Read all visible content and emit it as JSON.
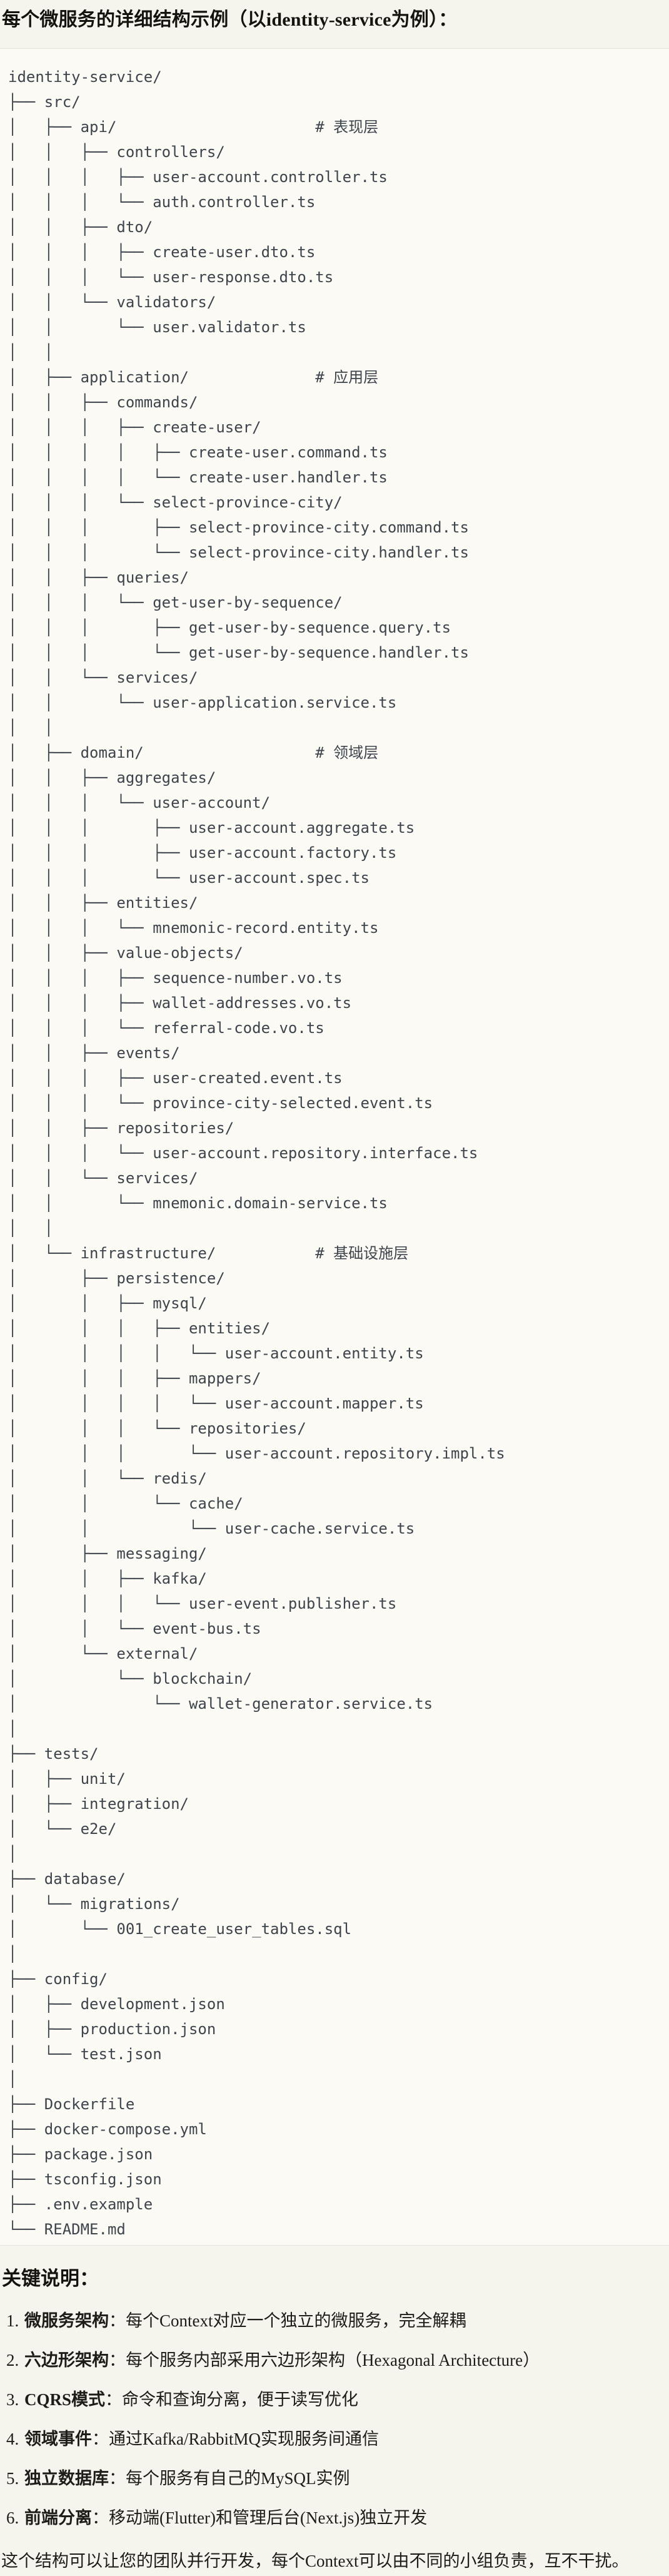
{
  "title": "每个微服务的详细结构示例（以identity-service为例）：",
  "tree": {
    "lines": [
      "identity-service/",
      "├── src/",
      "│   ├── api/                      # 表现层",
      "│   │   ├── controllers/",
      "│   │   │   ├── user-account.controller.ts",
      "│   │   │   └── auth.controller.ts",
      "│   │   ├── dto/",
      "│   │   │   ├── create-user.dto.ts",
      "│   │   │   └── user-response.dto.ts",
      "│   │   └── validators/",
      "│   │       └── user.validator.ts",
      "│   │",
      "│   ├── application/              # 应用层",
      "│   │   ├── commands/",
      "│   │   │   ├── create-user/",
      "│   │   │   │   ├── create-user.command.ts",
      "│   │   │   │   └── create-user.handler.ts",
      "│   │   │   └── select-province-city/",
      "│   │   │       ├── select-province-city.command.ts",
      "│   │   │       └── select-province-city.handler.ts",
      "│   │   ├── queries/",
      "│   │   │   └── get-user-by-sequence/",
      "│   │   │       ├── get-user-by-sequence.query.ts",
      "│   │   │       └── get-user-by-sequence.handler.ts",
      "│   │   └── services/",
      "│   │       └── user-application.service.ts",
      "│   │",
      "│   ├── domain/                   # 领域层",
      "│   │   ├── aggregates/",
      "│   │   │   └── user-account/",
      "│   │   │       ├── user-account.aggregate.ts",
      "│   │   │       ├── user-account.factory.ts",
      "│   │   │       └── user-account.spec.ts",
      "│   │   ├── entities/",
      "│   │   │   └── mnemonic-record.entity.ts",
      "│   │   ├── value-objects/",
      "│   │   │   ├── sequence-number.vo.ts",
      "│   │   │   ├── wallet-addresses.vo.ts",
      "│   │   │   └── referral-code.vo.ts",
      "│   │   ├── events/",
      "│   │   │   ├── user-created.event.ts",
      "│   │   │   └── province-city-selected.event.ts",
      "│   │   ├── repositories/",
      "│   │   │   └── user-account.repository.interface.ts",
      "│   │   └── services/",
      "│   │       └── mnemonic.domain-service.ts",
      "│   │",
      "│   └── infrastructure/           # 基础设施层",
      "│       ├── persistence/",
      "│       │   ├── mysql/",
      "│       │   │   ├── entities/",
      "│       │   │   │   └── user-account.entity.ts",
      "│       │   │   ├── mappers/",
      "│       │   │   │   └── user-account.mapper.ts",
      "│       │   │   └── repositories/",
      "│       │   │       └── user-account.repository.impl.ts",
      "│       │   └── redis/",
      "│       │       └── cache/",
      "│       │           └── user-cache.service.ts",
      "│       ├── messaging/",
      "│       │   ├── kafka/",
      "│       │   │   └── user-event.publisher.ts",
      "│       │   └── event-bus.ts",
      "│       └── external/",
      "│           └── blockchain/",
      "│               └── wallet-generator.service.ts",
      "│",
      "├── tests/",
      "│   ├── unit/",
      "│   ├── integration/",
      "│   └── e2e/",
      "│",
      "├── database/",
      "│   └── migrations/",
      "│       └── 001_create_user_tables.sql",
      "│",
      "├── config/",
      "│   ├── development.json",
      "│   ├── production.json",
      "│   └── test.json",
      "│",
      "├── Dockerfile",
      "├── docker-compose.yml",
      "├── package.json",
      "├── tsconfig.json",
      "├── .env.example",
      "└── README.md"
    ]
  },
  "notes": {
    "heading": "关键说明：",
    "items": [
      {
        "num": "1.",
        "term": "微服务架构",
        "desc": "：每个Context对应一个独立的微服务，完全解耦"
      },
      {
        "num": "2.",
        "term": "六边形架构",
        "desc": "：每个服务内部采用六边形架构（Hexagonal Architecture）"
      },
      {
        "num": "3.",
        "term": "CQRS模式",
        "desc": "：命令和查询分离，便于读写优化"
      },
      {
        "num": "4.",
        "term": "领域事件",
        "desc": "：通过Kafka/RabbitMQ实现服务间通信"
      },
      {
        "num": "5.",
        "term": "独立数据库",
        "desc": "：每个服务有自己的MySQL实例"
      },
      {
        "num": "6.",
        "term": "前端分离",
        "desc": "：移动端(Flutter)和管理后台(Next.js)独立开发"
      }
    ],
    "footer": "这个结构可以让您的团队并行开发，每个Context可以由不同的小组负责，互不干扰。"
  },
  "colors": {
    "page_bg": "#F5F4ED",
    "code_bg": "#FBFAF5",
    "code_border": "#E6E3D8",
    "code_text": "#3E444B",
    "text": "#1D1C18"
  }
}
